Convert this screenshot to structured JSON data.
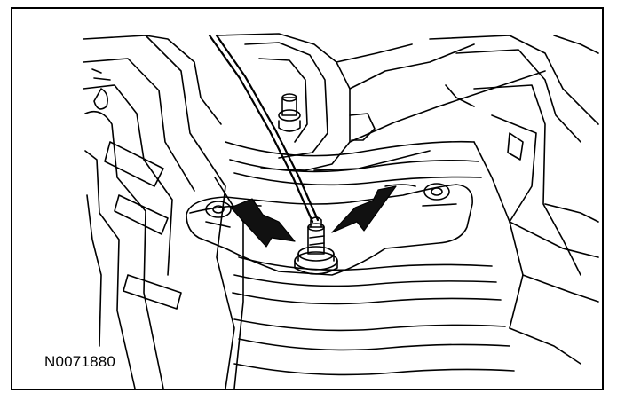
{
  "figure": {
    "id_label": "N0071880"
  },
  "colors": {
    "line": "#000000",
    "arrow_fill": "#111111",
    "background": "#ffffff"
  },
  "icons": {
    "arrow_left": "arrow-pointing-down-right",
    "arrow_right": "arrow-pointing-down-left"
  }
}
